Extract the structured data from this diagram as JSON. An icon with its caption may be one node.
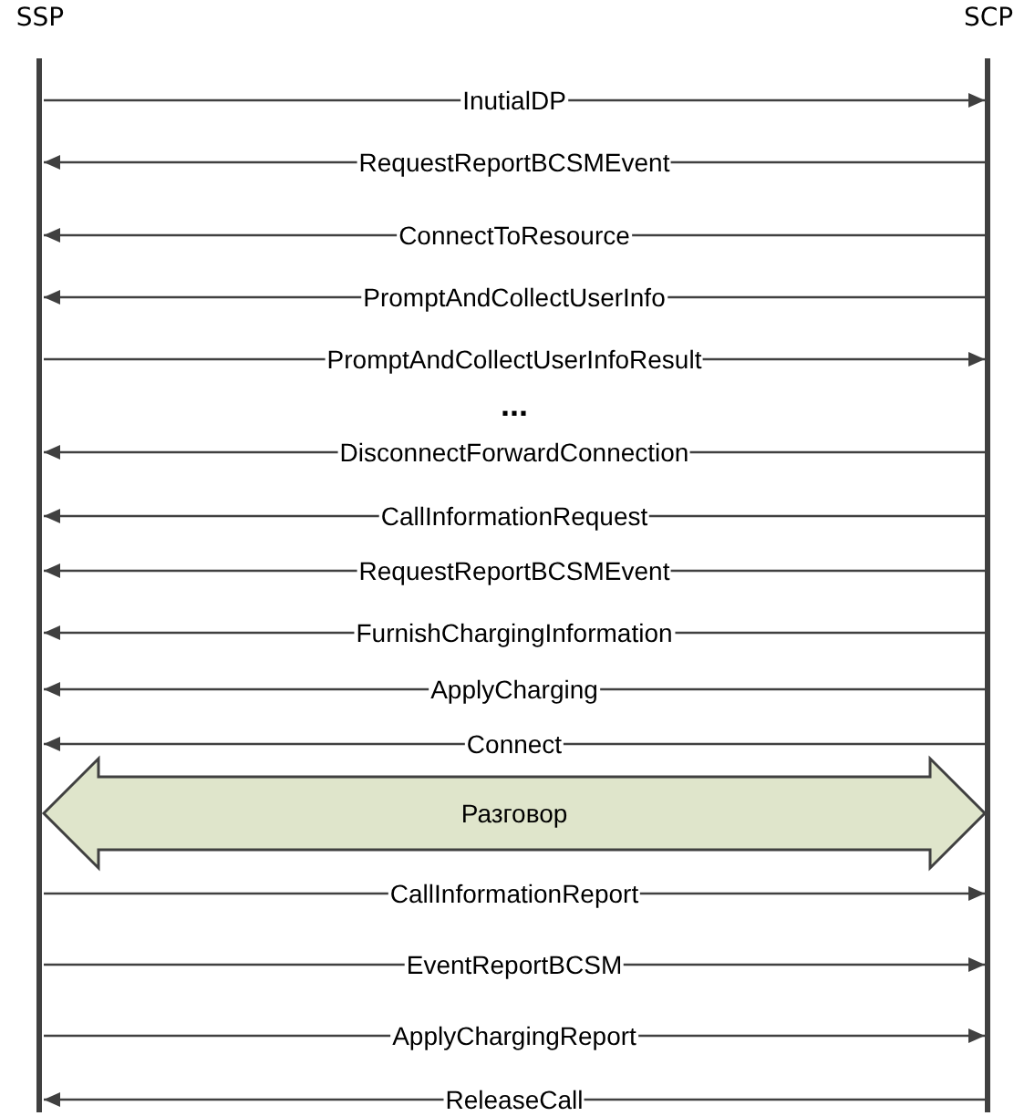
{
  "diagram": {
    "nodes": [
      {
        "text": [
          "SSP"
        ]
      },
      {
        "text": [
          "SCP"
        ]
      }
    ],
    "edges": [
      {
        "from": 0,
        "to": 1,
        "arrow": "to",
        "label": "InutialDP"
      },
      {
        "from": 1,
        "to": 0,
        "arrow": "to",
        "label": "RequestReportBCSMEvent"
      },
      {
        "from": 1,
        "to": 0,
        "arrow": "to",
        "label": "ConnectToResource"
      },
      {
        "from": 1,
        "to": 0,
        "arrow": "to",
        "label": "PromptAndCollectUserInfo"
      },
      {
        "from": 0,
        "to": 1,
        "arrow": "to",
        "label": "PromptAndCollectUserInfoResult"
      },
      {
        "from": 1,
        "to": 0,
        "arrow": "to",
        "label": "DisconnectForwardConnection"
      },
      {
        "from": 1,
        "to": 0,
        "arrow": "to",
        "label": "CallInformationRequest"
      },
      {
        "from": 1,
        "to": 0,
        "arrow": "to",
        "label": "RequestReportBCSMEvent"
      },
      {
        "from": 1,
        "to": 0,
        "arrow": "to",
        "label": "FurnishChargingInformation"
      },
      {
        "from": 1,
        "to": 0,
        "arrow": "to",
        "label": "ApplyCharging"
      },
      {
        "from": 1,
        "to": 0,
        "arrow": "to",
        "label": "Connect"
      },
      {
        "from": 0,
        "to": 1,
        "arrow": "both",
        "label": "Разговор",
        "style": "thick",
        "color": "#dfe5cb"
      },
      {
        "from": 0,
        "to": 1,
        "arrow": "to",
        "label": "CallInformationReport"
      },
      {
        "from": 0,
        "to": 1,
        "arrow": "to",
        "label": "EventReportBCSM"
      },
      {
        "from": 0,
        "to": 1,
        "arrow": "to",
        "label": "ApplyChargingReport"
      },
      {
        "from": 1,
        "to": 0,
        "arrow": "to",
        "label": "ReleaseCall"
      }
    ],
    "labels": [
      "..."
    ]
  }
}
